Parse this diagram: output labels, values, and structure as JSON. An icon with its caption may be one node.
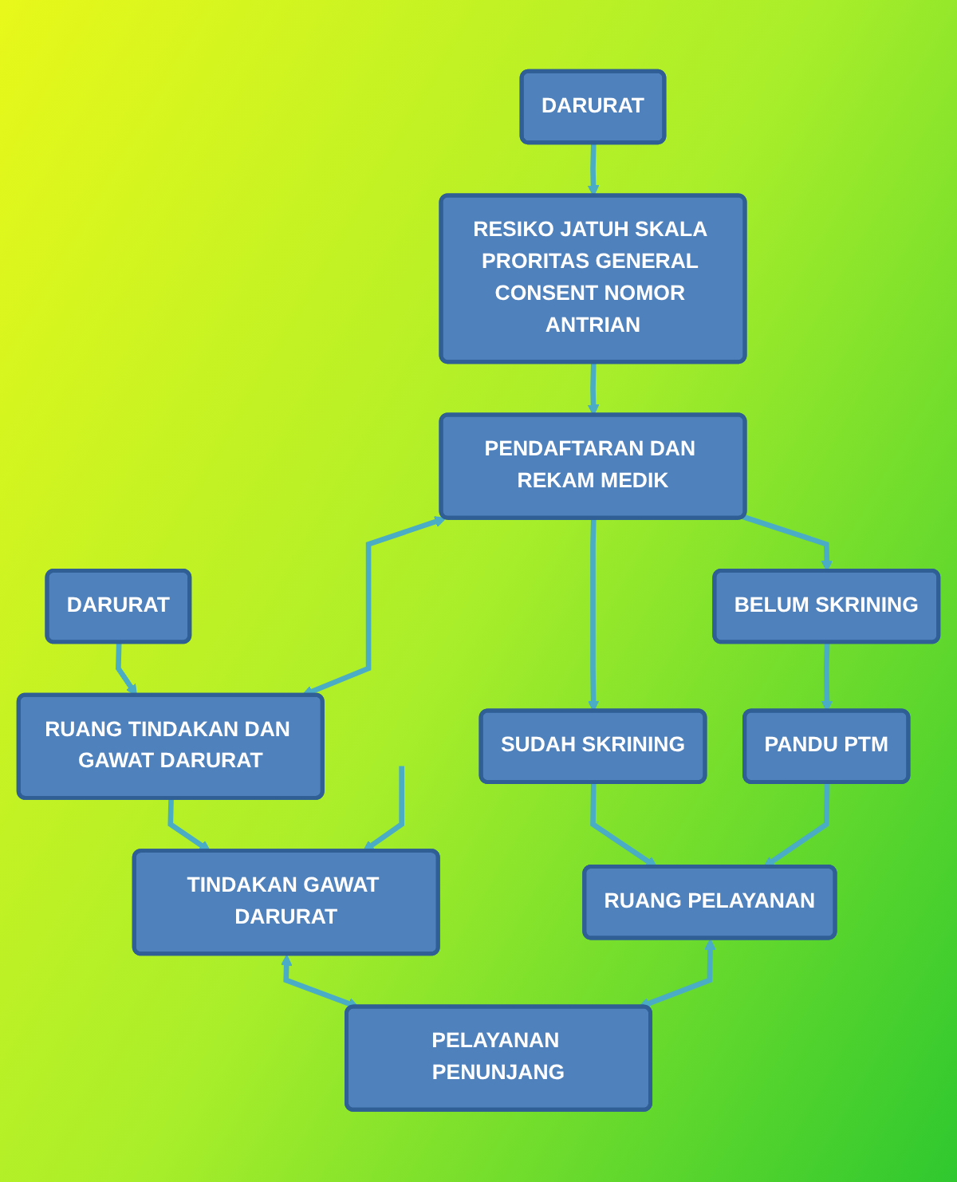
{
  "diagram": {
    "nodes": [
      {
        "text": [
          "DARURAT"
        ]
      },
      {
        "text": [
          "DARURAT"
        ]
      },
      {
        "text": [
          "RESIKO JATUH SKALA PRORITAS GENERAL CONSENT NOMOR ANTRIAN"
        ]
      },
      {
        "text": [
          "PENDAFTARAN DAN REKAM MEDIK"
        ]
      },
      {
        "text": [
          "RUANG TINDAKAN DAN GAWAT DARURAT"
        ]
      },
      {
        "text": [
          "SUDAH SKRINING"
        ]
      },
      {
        "text": [
          "BELUM SKRINING"
        ]
      },
      {
        "text": [
          "PANDU PTM"
        ]
      },
      {
        "text": [
          "TINDAKAN GAWAT DARURAT"
        ]
      },
      {
        "text": [
          "RUANG PELAYANAN"
        ]
      },
      {
        "text": [
          "PELAYANAN PENUNJANG"
        ]
      }
    ],
    "edges": [
      {
        "from": 0,
        "to": 2,
        "arrow": "to"
      },
      {
        "from": 1,
        "to": 4,
        "arrow": "to"
      },
      {
        "from": 2,
        "to": 3,
        "arrow": "to"
      },
      {
        "from": 3,
        "to": 4,
        "arrow": "both"
      },
      {
        "from": 3,
        "to": 5,
        "arrow": "to"
      },
      {
        "from": 3,
        "to": 6,
        "arrow": "to"
      },
      {
        "from": 6,
        "to": 7,
        "arrow": "to"
      },
      {
        "from": 5,
        "to": 9,
        "arrow": "to"
      },
      {
        "from": 7,
        "to": 9,
        "arrow": "to"
      },
      {
        "from": 4,
        "to": 8,
        "arrow": "to"
      },
      {
        "from": 8,
        "to": 10,
        "arrow": "both"
      },
      {
        "from": 9,
        "to": 10,
        "arrow": "both"
      },
      {
        "from": null,
        "to": 8,
        "arrow": "to"
      }
    ]
  }
}
